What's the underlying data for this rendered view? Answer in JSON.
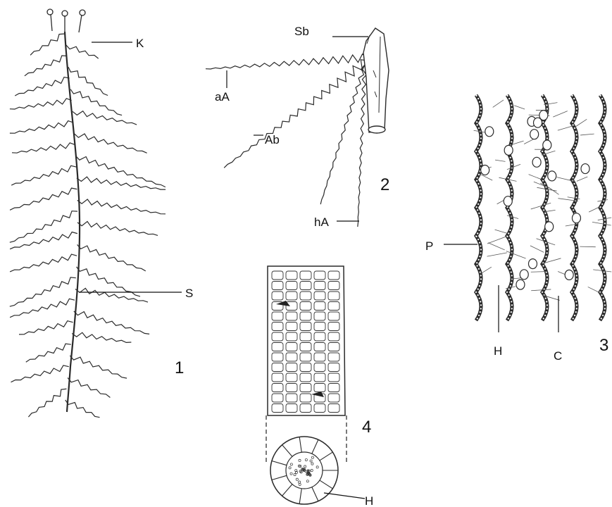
{
  "figures": [
    {
      "number": "1",
      "labels": [
        "K",
        "S"
      ]
    },
    {
      "number": "2",
      "labels": [
        "Sb",
        "aA",
        "Ab",
        "hA"
      ]
    },
    {
      "number": "3",
      "labels": [
        "P",
        "H",
        "C"
      ]
    },
    {
      "number": "4",
      "labels": [
        "H"
      ]
    }
  ],
  "colors": {
    "ink": "#2a2a2a",
    "paper": "#ffffff"
  }
}
